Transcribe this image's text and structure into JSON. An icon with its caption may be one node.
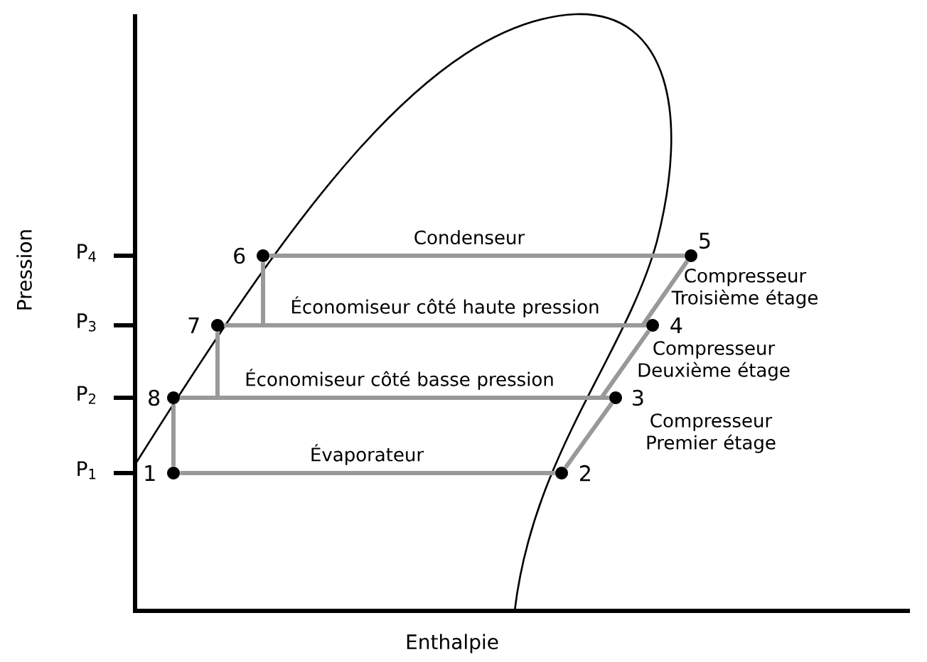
{
  "diagram": {
    "nodes": [
      {
        "text": [
          "1"
        ]
      },
      {
        "text": [
          "2"
        ]
      },
      {
        "text": [
          "3"
        ]
      },
      {
        "text": [
          "4"
        ]
      },
      {
        "text": [
          "5"
        ]
      },
      {
        "text": [
          "6"
        ]
      },
      {
        "text": [
          "7"
        ]
      },
      {
        "text": [
          "8"
        ]
      }
    ],
    "edges": [
      {
        "from": 0,
        "to": 1,
        "arrow": "none",
        "label": "Évaporateur"
      },
      {
        "from": 1,
        "to": 2,
        "arrow": "none",
        "label": "Compresseur Premier étage"
      },
      {
        "from": 2,
        "to": 3,
        "arrow": "none",
        "label": "Compresseur Deuxième étage"
      },
      {
        "from": 3,
        "to": 4,
        "arrow": "none",
        "label": "Compresseur Troisième étage"
      },
      {
        "from": 4,
        "to": 5,
        "arrow": "none",
        "label": "Condenseur"
      },
      {
        "from": 5,
        "to": 6,
        "arrow": "none"
      },
      {
        "from": 3,
        "to": 6,
        "arrow": "none",
        "label": "Économiseur côté haute pression"
      },
      {
        "from": 6,
        "to": 7,
        "arrow": "none"
      },
      {
        "from": 2,
        "to": 7,
        "arrow": "none",
        "label": "Économiseur côté basse pression"
      },
      {
        "from": 7,
        "to": 0,
        "arrow": "none"
      }
    ],
    "labels": [
      "P$_{4}$",
      "P$_{3}$",
      "P$_{2}$",
      "P$_{1}$",
      "Pression",
      "Enthalpie"
    ]
  }
}
